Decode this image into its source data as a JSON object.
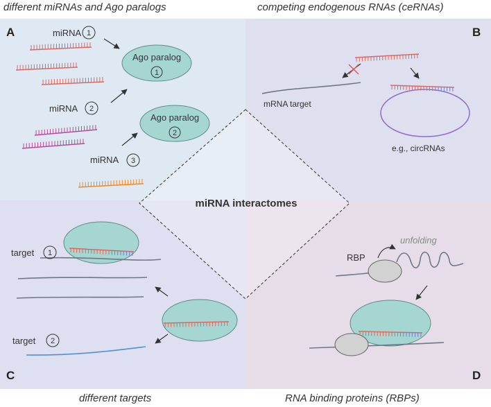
{
  "captions": {
    "top_left": "different miRNAs and Ago paralogs",
    "top_right": "competing endogenous RNAs (ceRNAs)",
    "bottom_left": "different targets",
    "bottom_right": "RNA binding proteins (RBPs)"
  },
  "panels": {
    "a": {
      "letter": "A",
      "mirna_label": "miRNA",
      "num1": "1",
      "num2": "2",
      "num3": "3",
      "ago_label": "Ago paralog",
      "ago_num1": "1",
      "ago_num2": "2"
    },
    "b": {
      "letter": "B",
      "mrna_target": "mRNA target",
      "circ_label": "e.g., circRNAs"
    },
    "c": {
      "letter": "C",
      "target_label": "target",
      "num1": "1",
      "num2": "2"
    },
    "d": {
      "letter": "D",
      "rbp_label": "RBP",
      "unfolding_label": "unfolding"
    }
  },
  "center_label": "miRNA interactomes",
  "colors": {
    "panel_a_bg": "#dfe9f3",
    "panel_b_bg": "#dfe0ef",
    "panel_c_bg": "#dedff0",
    "panel_d_bg": "#e6dde9",
    "ago_fill": "#a6d6d2",
    "mirna_red": "#d96a63",
    "mirna_magenta": "#b54e96",
    "mirna_orange": "#ee8a24",
    "pairing_blue": "#6f7ed0",
    "target_gray": "#6e7884",
    "target_blue": "#4f91d4",
    "circ_purple": "#8c6cc8",
    "rbp_fill": "#d2d2d2",
    "block_x": "#e0555a"
  }
}
